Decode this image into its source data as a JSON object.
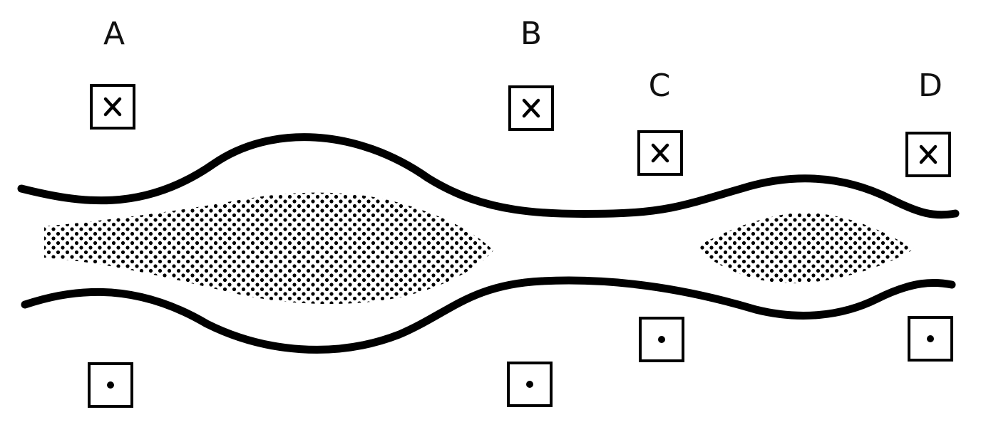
{
  "labels": {
    "a": "A",
    "b": "B",
    "c": "C",
    "d": "D"
  },
  "symbols": {
    "into_page": "field-into-page-icon",
    "out_of_page": "field-out-of-page-icon"
  },
  "colors": {
    "ink": "#000000",
    "background": "#ffffff"
  }
}
